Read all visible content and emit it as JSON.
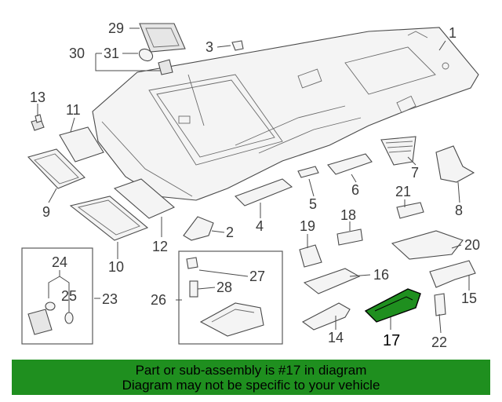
{
  "diagram": {
    "callouts": [
      {
        "id": "c1",
        "label": "1"
      },
      {
        "id": "c2",
        "label": "2"
      },
      {
        "id": "c3",
        "label": "3"
      },
      {
        "id": "c4",
        "label": "4"
      },
      {
        "id": "c5",
        "label": "5"
      },
      {
        "id": "c6",
        "label": "6"
      },
      {
        "id": "c7",
        "label": "7"
      },
      {
        "id": "c8",
        "label": "8"
      },
      {
        "id": "c9",
        "label": "9"
      },
      {
        "id": "c10",
        "label": "10"
      },
      {
        "id": "c11",
        "label": "11"
      },
      {
        "id": "c12",
        "label": "12"
      },
      {
        "id": "c13",
        "label": "13"
      },
      {
        "id": "c14",
        "label": "14"
      },
      {
        "id": "c15",
        "label": "15"
      },
      {
        "id": "c16",
        "label": "16"
      },
      {
        "id": "c17",
        "label": "17"
      },
      {
        "id": "c18",
        "label": "18"
      },
      {
        "id": "c19",
        "label": "19"
      },
      {
        "id": "c20",
        "label": "20"
      },
      {
        "id": "c21",
        "label": "21"
      },
      {
        "id": "c22",
        "label": "22"
      },
      {
        "id": "c23",
        "label": "23"
      },
      {
        "id": "c24",
        "label": "24"
      },
      {
        "id": "c25",
        "label": "25"
      },
      {
        "id": "c26",
        "label": "26"
      },
      {
        "id": "c27",
        "label": "27"
      },
      {
        "id": "c28",
        "label": "28"
      },
      {
        "id": "c29",
        "label": "29"
      },
      {
        "id": "c30",
        "label": "30"
      },
      {
        "id": "c31",
        "label": "31"
      }
    ],
    "highlighted_part": "17",
    "highlight_color": "#1f8f1f"
  },
  "banner": {
    "line1": "Part or sub-assembly is #17 in diagram",
    "line2": "Diagram may not be specific to your vehicle",
    "background": "#1f8f1f"
  }
}
